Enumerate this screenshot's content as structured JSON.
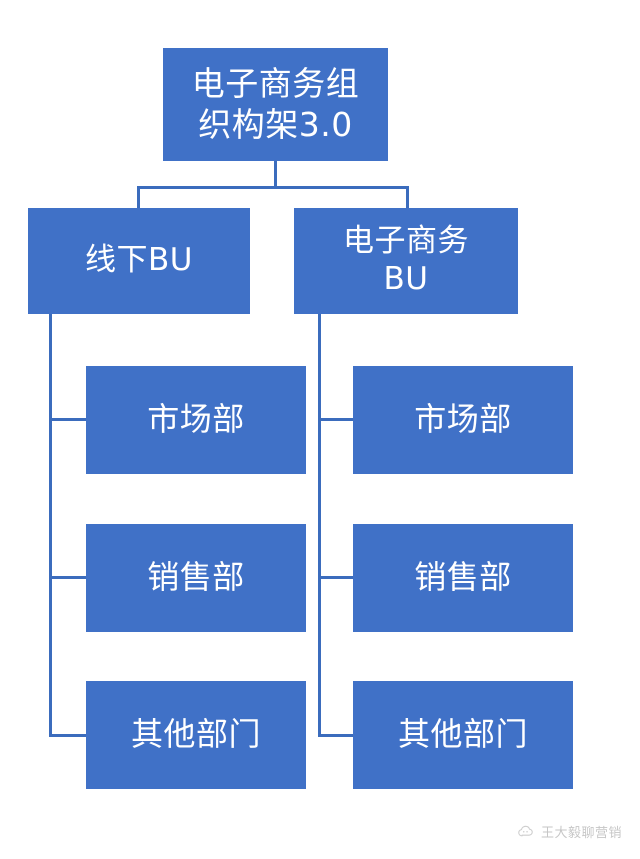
{
  "diagram": {
    "type": "organization-chart",
    "title_node": {
      "label": "电子商务组\n织构架3.0"
    },
    "level2": [
      {
        "id": "offline-bu",
        "label": "线下BU"
      },
      {
        "id": "ecommerce-bu",
        "label": "电子商务\nBU"
      }
    ],
    "level3": {
      "offline_bu_children": [
        {
          "id": "offline-marketing",
          "label": "市场部"
        },
        {
          "id": "offline-sales",
          "label": "销售部"
        },
        {
          "id": "offline-other",
          "label": "其他部门"
        }
      ],
      "ecommerce_bu_children": [
        {
          "id": "ecommerce-marketing",
          "label": "市场部"
        },
        {
          "id": "ecommerce-sales",
          "label": "销售部"
        },
        {
          "id": "ecommerce-other",
          "label": "其他部门"
        }
      ]
    },
    "colors": {
      "node_fill": "#4071C7",
      "node_text": "#FFFFFF",
      "connector": "#3B6CBD",
      "background": "#FFFFFF"
    }
  },
  "watermark": {
    "text": "王大毅聊营销",
    "icon": "cloud-logo-icon"
  }
}
